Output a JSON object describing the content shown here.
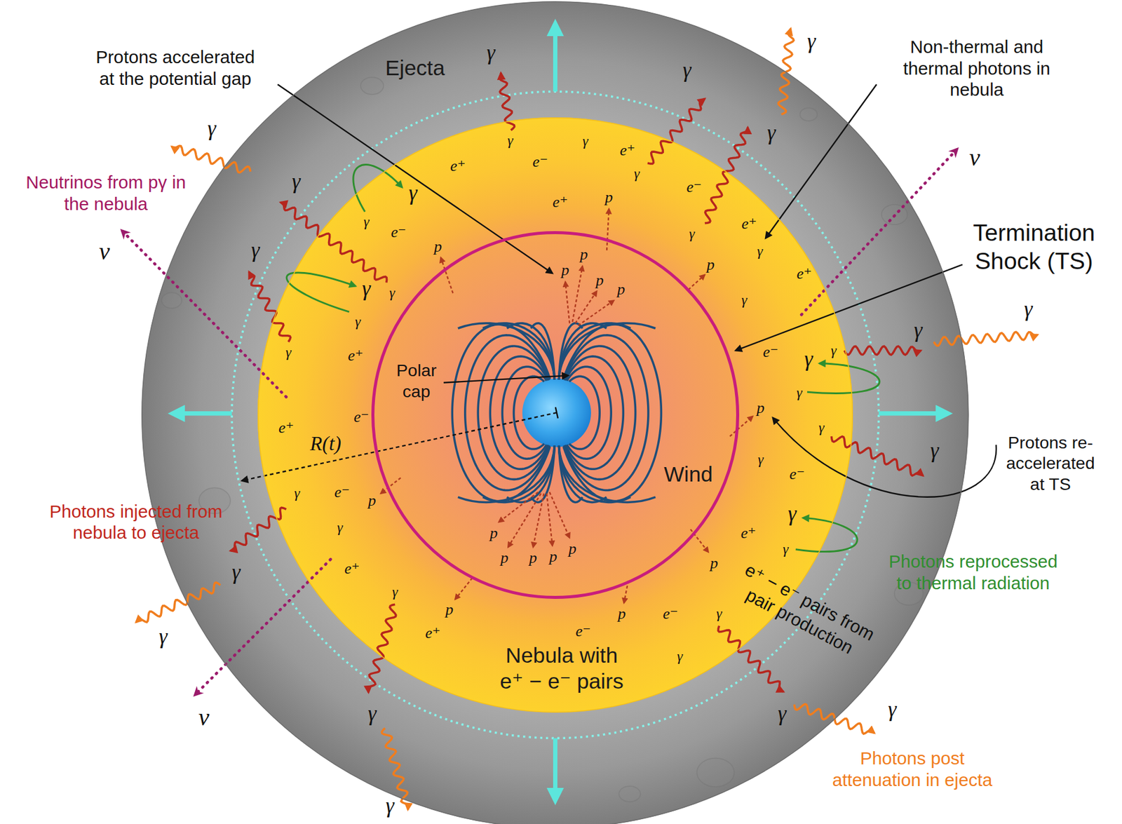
{
  "diagram": {
    "nodes": [
      {
        "text": [
          "Ejecta"
        ]
      },
      {
        "text": [
          "Nebula with e⁺ − e⁻ pairs"
        ],
        "in": 0
      },
      {
        "text": [
          "Wind"
        ],
        "in": 1
      }
    ],
    "labels": [
      "Protons accelerated at the potential gap",
      "Non-thermal and thermal photons in nebula",
      "Termination Shock (TS)",
      "Polar cap",
      "R(t)",
      "Protons re-accelerated at TS",
      "Neutrinos from pγ in the nebula",
      "Photons injected from nebula to ejecta",
      "Photons reprocessed to thermal radiation",
      "Photons post attenuation in ejecta",
      "e⁺ − e⁻ pairs from pair production",
      "γ",
      "γ",
      "γ",
      "γ",
      "γ",
      "γ",
      "γ",
      "γ",
      "γ",
      "γ",
      "γ",
      "γ",
      "γ",
      "γ",
      "γ",
      "γ",
      "γ",
      "γ",
      "γ",
      "γ",
      "γ",
      "γ",
      "γ",
      "γ",
      "γ",
      "γ",
      "γ",
      "γ",
      "γ",
      "γ",
      "γ",
      "γ",
      "γ",
      "γ",
      "γ",
      "γ",
      "γ",
      "γ",
      "γ",
      "γ",
      "e⁺",
      "e⁺",
      "e⁺",
      "e⁺",
      "e⁺",
      "e⁺",
      "e⁺",
      "e⁺",
      "e⁺",
      "e⁺",
      "e⁻",
      "e⁻",
      "e⁻",
      "e⁻",
      "e⁻",
      "e⁻",
      "e⁻",
      "e⁻",
      "e⁻",
      "p",
      "p",
      "p",
      "p",
      "p",
      "p",
      "p",
      "p",
      "p",
      "p",
      "p",
      "p",
      "p",
      "p",
      "p",
      "p",
      "p",
      "ν",
      "ν",
      "ν"
    ]
  }
}
